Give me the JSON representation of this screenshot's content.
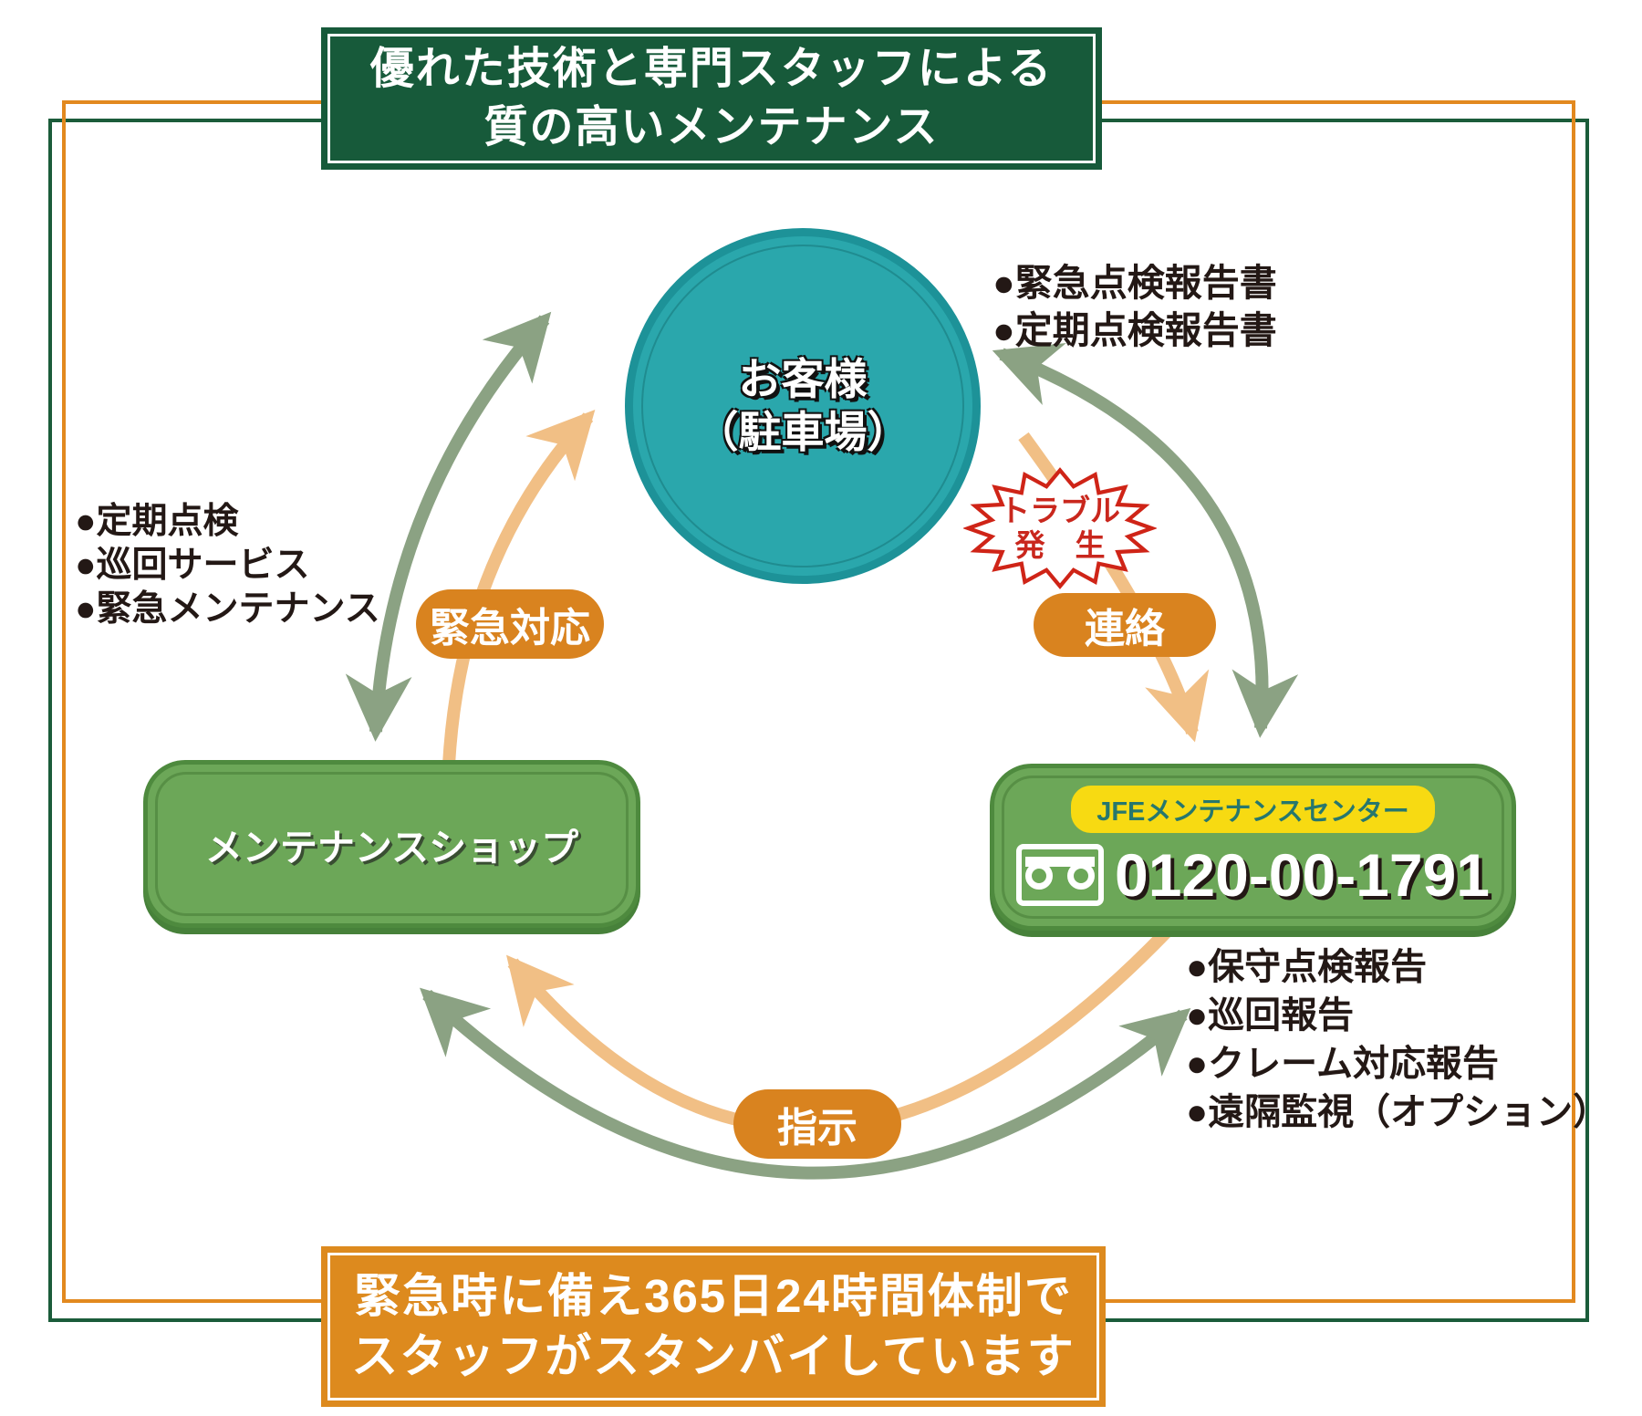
{
  "header": {
    "line1": "優れた技術と専門スタッフによる",
    "line2": "質の高いメンテナンス"
  },
  "footer": {
    "line1": "緊急時に備え365日24時間体制で",
    "line2": "スタッフがスタンバイしています"
  },
  "customer": {
    "line1": "お客様",
    "line2": "（駐車場）"
  },
  "shop": {
    "label": "メンテナンスショップ"
  },
  "center": {
    "name": "JFEメンテナンスセンター",
    "phone": "0120-00-1791"
  },
  "badges": {
    "emergency": "緊急対応",
    "contact": "連絡",
    "instruction": "指示"
  },
  "trouble": {
    "line1": "トラブル",
    "line2": "発　生"
  },
  "lists": {
    "reports_to_customer": [
      "●緊急点検報告書",
      "●定期点検報告書"
    ],
    "services": [
      "●定期点検",
      "●巡回サービス",
      "●緊急メンテナンス"
    ],
    "reports_to_center": [
      "●保守点検報告",
      "●巡回報告",
      "●クレーム対応報告",
      "●遠隔監視（オプション）"
    ]
  },
  "colors": {
    "banner_green": "#175a3a",
    "banner_orange": "#dd8a1e",
    "frame_green": "#1b5c3a",
    "frame_orange": "#e2891f",
    "circle_teal": "#2aa7ac",
    "box_green": "#6ca758",
    "badge_orange": "#d9831f",
    "pill_yellow": "#f7da12",
    "pill_text_teal": "#27776d",
    "arrow_green": "#8ba283",
    "arrow_orange": "#f1bf85",
    "trouble_red": "#c9271d",
    "text_dark": "#231815"
  }
}
